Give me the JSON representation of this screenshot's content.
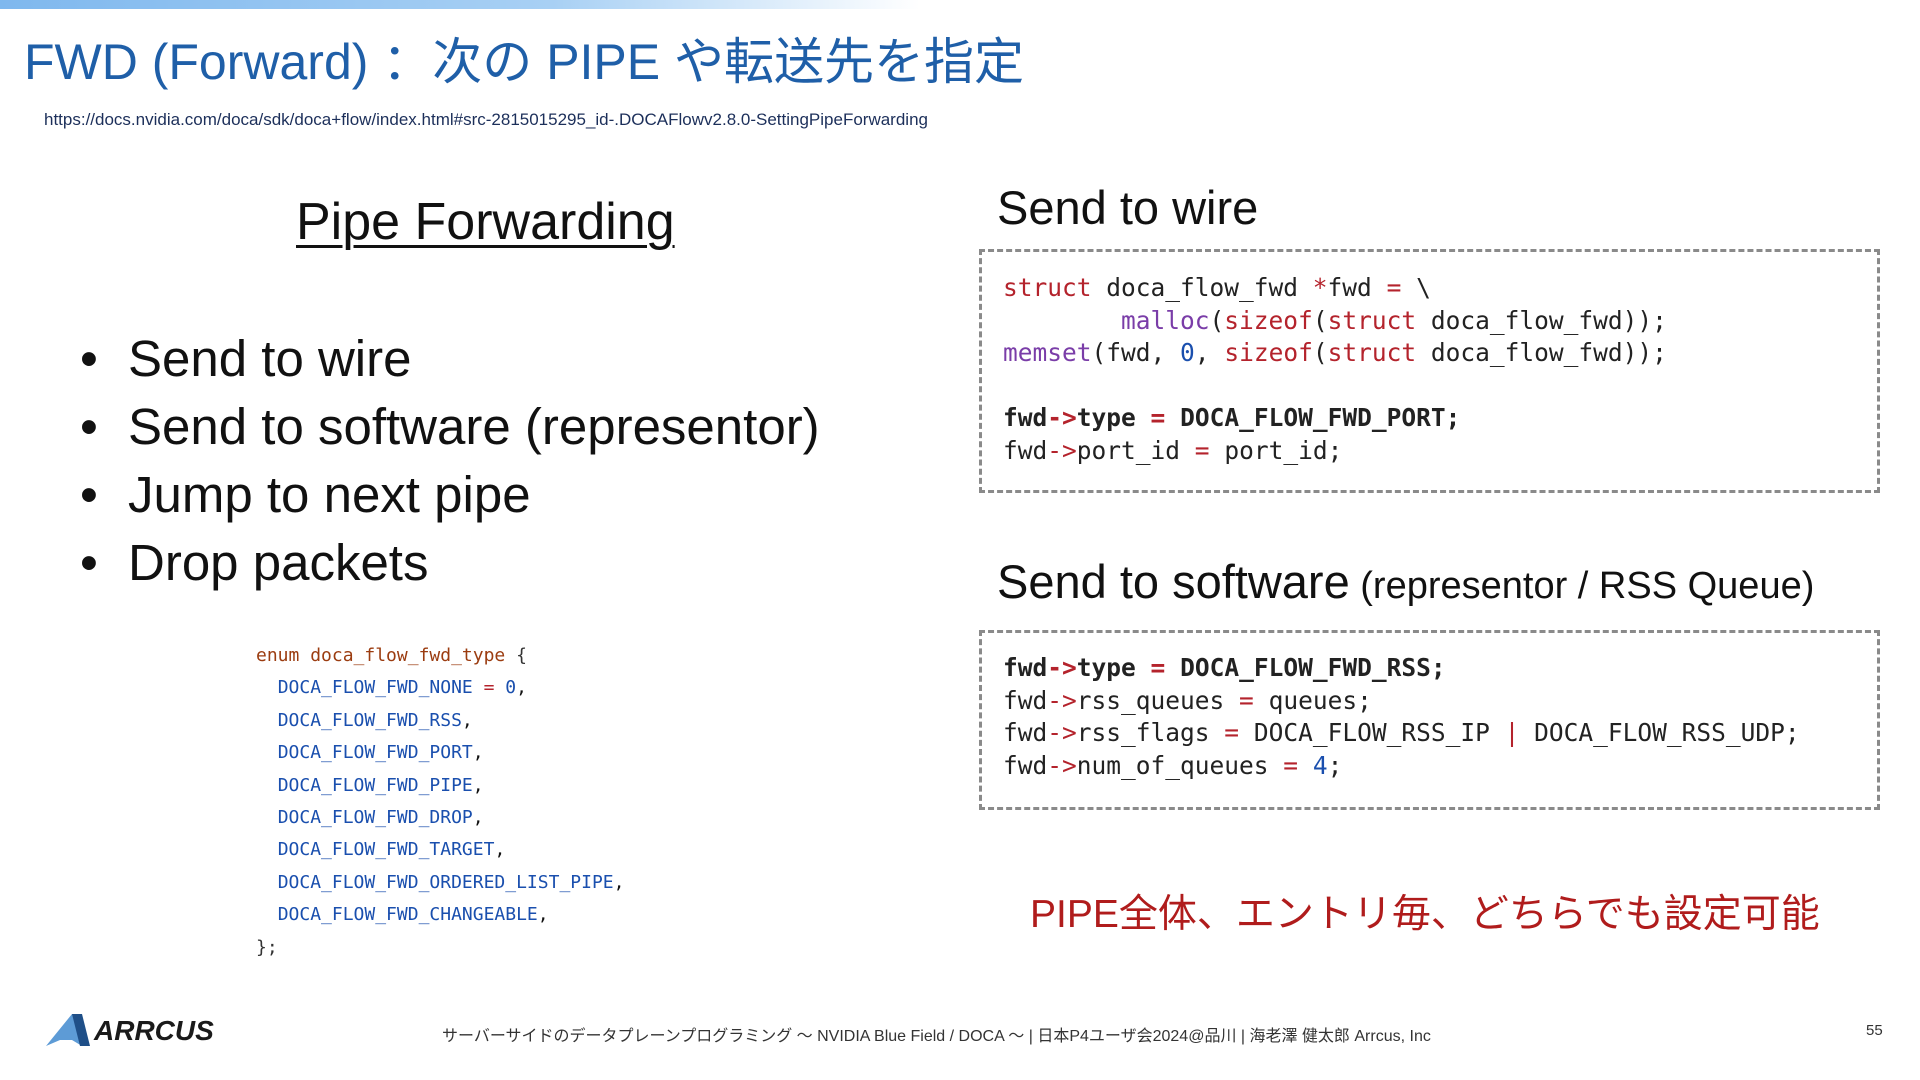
{
  "slide": {
    "title": "FWD (Forward) ：次の PIPE や転送先を指定",
    "url": "https://docs.nvidia.com/doca/sdk/doca+flow/index.html#src-2815015295_id-.DOCAFlowv2.8.0-SettingPipeForwarding",
    "left_heading": "Pipe Forwarding",
    "bullets": [
      "Send to wire",
      "Send to software (representor)",
      "Jump to next pipe",
      "Drop packets"
    ],
    "bullet_glyph": "•",
    "enum": {
      "open_kw": "enum",
      "open_name": "doca_flow_fwd_type",
      "open_brace": " {",
      "items": [
        "DOCA_FLOW_FWD_NONE",
        "DOCA_FLOW_FWD_RSS",
        "DOCA_FLOW_FWD_PORT",
        "DOCA_FLOW_FWD_PIPE",
        "DOCA_FLOW_FWD_DROP",
        "DOCA_FLOW_FWD_TARGET",
        "DOCA_FLOW_FWD_ORDERED_LIST_PIPE",
        "DOCA_FLOW_FWD_CHANGEABLE"
      ],
      "first_value": "0",
      "close": "};"
    },
    "section1_title": "Send to wire",
    "section2_title_main": "Send to software",
    "section2_title_sub": " (representor / RSS Queue)",
    "code1": [
      "struct doca_flow_fwd *fwd = \\",
      "        malloc(sizeof(struct doca_flow_fwd));",
      "memset(fwd, 0, sizeof(struct doca_flow_fwd));",
      "",
      "fwd->type = DOCA_FLOW_FWD_PORT;",
      "fwd->port_id = port_id;"
    ],
    "code2": [
      "fwd->type = DOCA_FLOW_FWD_RSS;",
      "fwd->rss_queues = queues;",
      "fwd->rss_flags = DOCA_FLOW_RSS_IP | DOCA_FLOW_RSS_UDP;",
      "fwd->num_of_queues = 4;"
    ],
    "note": "PIPE全体、エントリ毎、どちらでも設定可能",
    "footer": {
      "logo_text": "ARRCUS",
      "text": "サーバーサイドのデータプレーンプログラミング 〜 NVIDIA Blue Field / DOCA 〜 |  日本P4ユーザ会2024@品川  |  海老澤 健太郎 Arrcus, Inc",
      "page_number": "55"
    },
    "colors": {
      "title": "#1f5fa8",
      "keyword": "#b4232c",
      "function": "#7a3da8",
      "constant": "#1a4fae",
      "note": "#b01c1c"
    }
  }
}
